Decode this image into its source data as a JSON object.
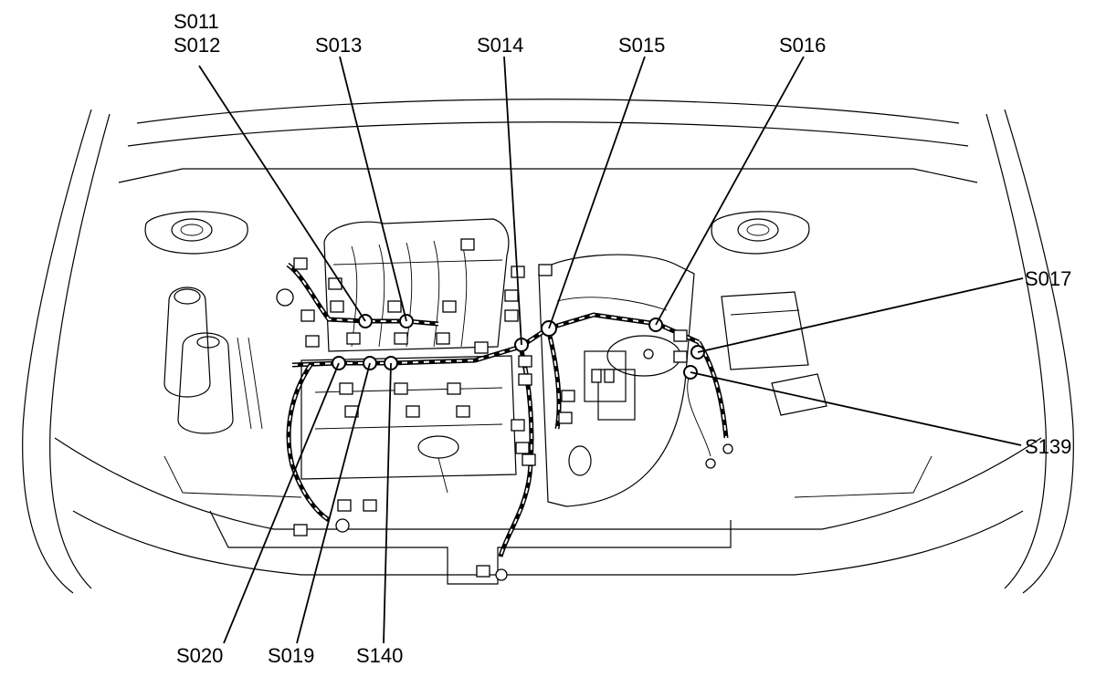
{
  "labels": {
    "s011": "S011",
    "s012": "S012",
    "s013": "S013",
    "s014": "S014",
    "s015": "S015",
    "s016": "S016",
    "s017": "S017",
    "s139": "S139",
    "s020": "S020",
    "s019": "S019",
    "s140": "S140"
  }
}
